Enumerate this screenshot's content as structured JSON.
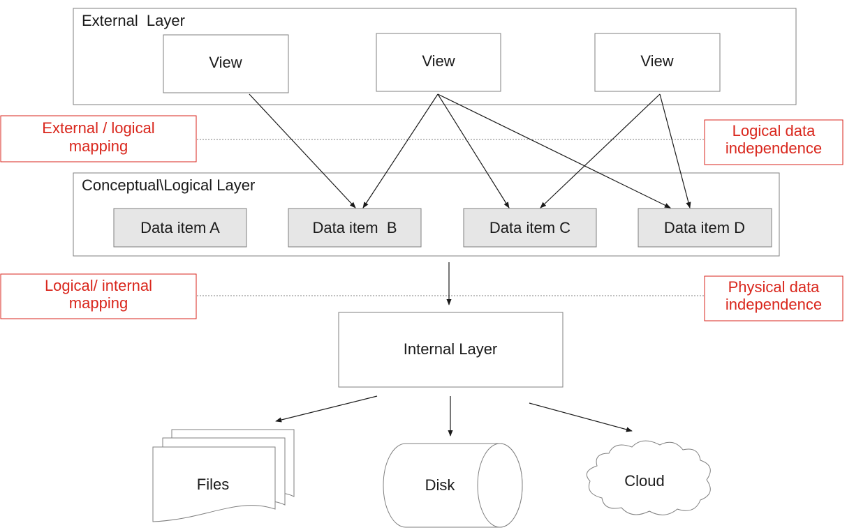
{
  "external_layer": {
    "title": "External  Layer",
    "views": [
      "View",
      "View",
      "View"
    ]
  },
  "conceptual_layer": {
    "title": "Conceptual\\Logical Layer",
    "items": [
      "Data item A",
      "Data item  B",
      "Data item C",
      "Data item D"
    ]
  },
  "internal_layer": {
    "title": "Internal Layer"
  },
  "storage": {
    "files": "Files",
    "disk": "Disk",
    "cloud": "Cloud"
  },
  "mappings": {
    "external_logical": [
      "External / logical",
      "mapping"
    ],
    "logical_internal": [
      "Logical/ internal",
      "mapping"
    ]
  },
  "independence": {
    "logical": [
      "Logical data",
      "independence"
    ],
    "physical": [
      "Physical data",
      "independence"
    ]
  },
  "colors": {
    "accent_red": "#d9261c",
    "data_item_fill": "#e6e6e6",
    "border": "#7f7f7f"
  }
}
